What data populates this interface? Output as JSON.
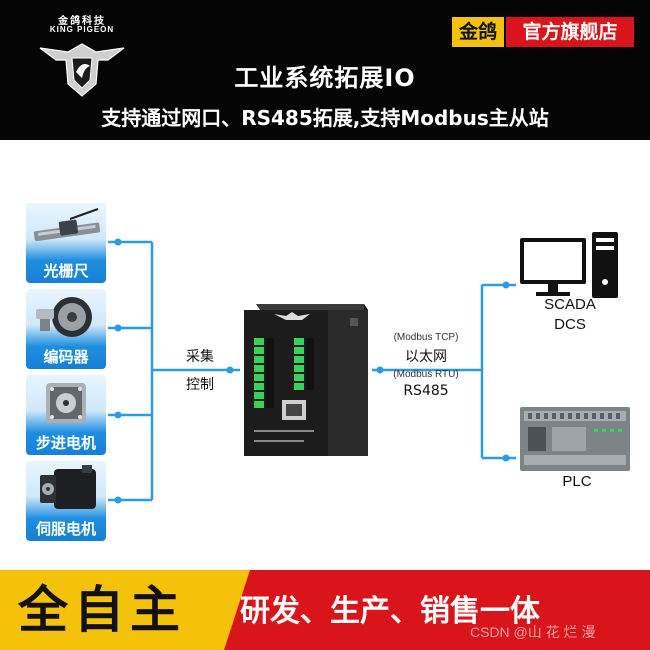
{
  "header": {
    "logo": {
      "cn": "金鸽科技",
      "en": "KING PIGEON",
      "mark": "pigeon-shield-logo"
    },
    "brand_tag_1": "金鸽",
    "brand_tag_2": "官方旗舰店",
    "title": "工业系统拓展IO",
    "subtitle": "支持通过网口、RS485拓展,支持Modbus主从站"
  },
  "sensors": [
    {
      "label": "光栅尺",
      "icon": "linear-scale-icon"
    },
    {
      "label": "编码器",
      "icon": "encoder-icon"
    },
    {
      "label": "步进电机",
      "icon": "stepper-motor-icon"
    },
    {
      "label": "伺服电机",
      "icon": "servo-motor-icon"
    }
  ],
  "left_link": {
    "line1": "采集",
    "line2": "控制"
  },
  "right_link": {
    "proto1_small": "(Modbus TCP)",
    "proto1_big": "以太网",
    "proto2_small": "(Modbus RTU)",
    "proto2_big": "RS485"
  },
  "device": {
    "icon": "io-module-icon"
  },
  "destinations": {
    "top": {
      "line1": "SCADA",
      "line2": "DCS",
      "icon": "computer-icon"
    },
    "bottom": {
      "label": "PLC",
      "icon": "plc-icon"
    }
  },
  "footer": {
    "left": "全自主",
    "right": "研发、生产、销售一体"
  },
  "watermark": "CSDN @山 花 烂 漫",
  "colors": {
    "accent_red": "#d9151b",
    "accent_yellow": "#f5c20b",
    "line_blue": "#2a9be6",
    "header_bg": "#050505"
  }
}
